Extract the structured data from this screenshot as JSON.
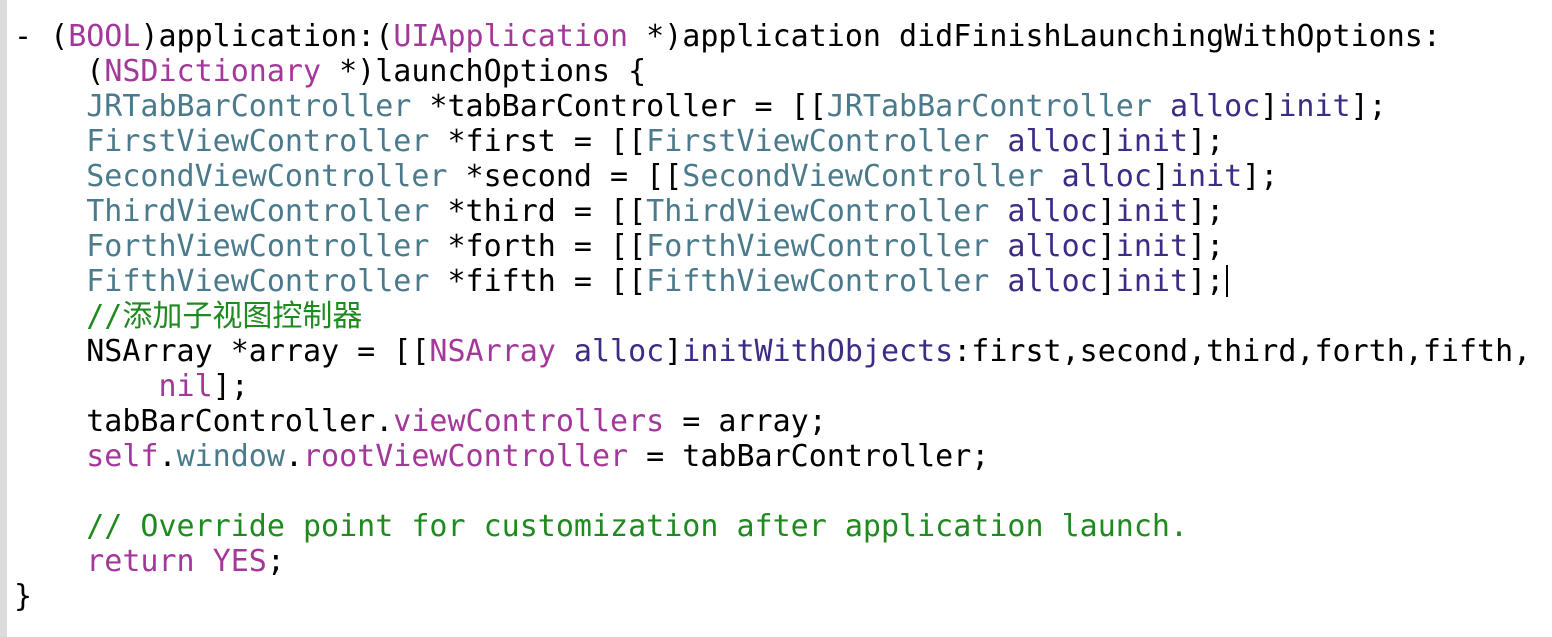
{
  "colors": {
    "plain": "#000000",
    "keyword": "#a4379a",
    "type": "#4a7a8c",
    "method": "#3d2b85",
    "comment": "#1f8a1f"
  },
  "lines": [
    [
      {
        "t": "- (",
        "k": "plain"
      },
      {
        "t": "BOOL",
        "k": "keyword"
      },
      {
        "t": ")application:(",
        "k": "plain"
      },
      {
        "t": "UIApplication",
        "k": "keyword"
      },
      {
        "t": " *)application didFinishLaunchingWithOptions:",
        "k": "plain"
      }
    ],
    [
      {
        "t": "    (",
        "k": "plain"
      },
      {
        "t": "NSDictionary",
        "k": "keyword"
      },
      {
        "t": " *)launchOptions {",
        "k": "plain"
      }
    ],
    [
      {
        "t": "    ",
        "k": "plain"
      },
      {
        "t": "JRTabBarController",
        "k": "type"
      },
      {
        "t": " *tabBarController = [[",
        "k": "plain"
      },
      {
        "t": "JRTabBarController",
        "k": "type"
      },
      {
        "t": " ",
        "k": "plain"
      },
      {
        "t": "alloc",
        "k": "method"
      },
      {
        "t": "]",
        "k": "plain"
      },
      {
        "t": "init",
        "k": "method"
      },
      {
        "t": "];",
        "k": "plain"
      }
    ],
    [
      {
        "t": "    ",
        "k": "plain"
      },
      {
        "t": "FirstViewController",
        "k": "type"
      },
      {
        "t": " *first = [[",
        "k": "plain"
      },
      {
        "t": "FirstViewController",
        "k": "type"
      },
      {
        "t": " ",
        "k": "plain"
      },
      {
        "t": "alloc",
        "k": "method"
      },
      {
        "t": "]",
        "k": "plain"
      },
      {
        "t": "init",
        "k": "method"
      },
      {
        "t": "];",
        "k": "plain"
      }
    ],
    [
      {
        "t": "    ",
        "k": "plain"
      },
      {
        "t": "SecondViewController",
        "k": "type"
      },
      {
        "t": " *second = [[",
        "k": "plain"
      },
      {
        "t": "SecondViewController",
        "k": "type"
      },
      {
        "t": " ",
        "k": "plain"
      },
      {
        "t": "alloc",
        "k": "method"
      },
      {
        "t": "]",
        "k": "plain"
      },
      {
        "t": "init",
        "k": "method"
      },
      {
        "t": "];",
        "k": "plain"
      }
    ],
    [
      {
        "t": "    ",
        "k": "plain"
      },
      {
        "t": "ThirdViewController",
        "k": "type"
      },
      {
        "t": " *third = [[",
        "k": "plain"
      },
      {
        "t": "ThirdViewController",
        "k": "type"
      },
      {
        "t": " ",
        "k": "plain"
      },
      {
        "t": "alloc",
        "k": "method"
      },
      {
        "t": "]",
        "k": "plain"
      },
      {
        "t": "init",
        "k": "method"
      },
      {
        "t": "];",
        "k": "plain"
      }
    ],
    [
      {
        "t": "    ",
        "k": "plain"
      },
      {
        "t": "ForthViewController",
        "k": "type"
      },
      {
        "t": " *forth = [[",
        "k": "plain"
      },
      {
        "t": "ForthViewController",
        "k": "type"
      },
      {
        "t": " ",
        "k": "plain"
      },
      {
        "t": "alloc",
        "k": "method"
      },
      {
        "t": "]",
        "k": "plain"
      },
      {
        "t": "init",
        "k": "method"
      },
      {
        "t": "];",
        "k": "plain"
      }
    ],
    [
      {
        "t": "    ",
        "k": "plain"
      },
      {
        "t": "FifthViewController",
        "k": "type"
      },
      {
        "t": " *fifth = [[",
        "k": "plain"
      },
      {
        "t": "FifthViewController",
        "k": "type"
      },
      {
        "t": " ",
        "k": "plain"
      },
      {
        "t": "alloc",
        "k": "method"
      },
      {
        "t": "]",
        "k": "plain"
      },
      {
        "t": "init",
        "k": "method"
      },
      {
        "t": "];",
        "k": "plain"
      },
      {
        "t": "",
        "k": "cursor"
      }
    ],
    [
      {
        "t": "    ",
        "k": "plain"
      },
      {
        "t": "//添加子视图控制器",
        "k": "comment"
      }
    ],
    [
      {
        "t": "    NSArray *array = [[",
        "k": "plain"
      },
      {
        "t": "NSArray",
        "k": "keyword"
      },
      {
        "t": " ",
        "k": "plain"
      },
      {
        "t": "alloc",
        "k": "method"
      },
      {
        "t": "]",
        "k": "plain"
      },
      {
        "t": "initWithObjects",
        "k": "method"
      },
      {
        "t": ":first,second,third,forth,fifth,",
        "k": "plain"
      }
    ],
    [
      {
        "t": "        ",
        "k": "plain"
      },
      {
        "t": "nil",
        "k": "keyword"
      },
      {
        "t": "];",
        "k": "plain"
      }
    ],
    [
      {
        "t": "    tabBarController.",
        "k": "plain"
      },
      {
        "t": "viewControllers",
        "k": "keyword"
      },
      {
        "t": " = array;",
        "k": "plain"
      }
    ],
    [
      {
        "t": "    ",
        "k": "plain"
      },
      {
        "t": "self",
        "k": "keyword"
      },
      {
        "t": ".",
        "k": "plain"
      },
      {
        "t": "window",
        "k": "type"
      },
      {
        "t": ".",
        "k": "plain"
      },
      {
        "t": "rootViewController",
        "k": "keyword"
      },
      {
        "t": " = tabBarController;",
        "k": "plain"
      }
    ],
    [
      {
        "t": "",
        "k": "plain"
      }
    ],
    [
      {
        "t": "    ",
        "k": "plain"
      },
      {
        "t": "// Override point for customization after application launch.",
        "k": "comment"
      }
    ],
    [
      {
        "t": "    ",
        "k": "plain"
      },
      {
        "t": "return",
        "k": "keyword"
      },
      {
        "t": " ",
        "k": "plain"
      },
      {
        "t": "YES",
        "k": "keyword"
      },
      {
        "t": ";",
        "k": "plain"
      }
    ],
    [
      {
        "t": "}",
        "k": "plain"
      }
    ]
  ]
}
